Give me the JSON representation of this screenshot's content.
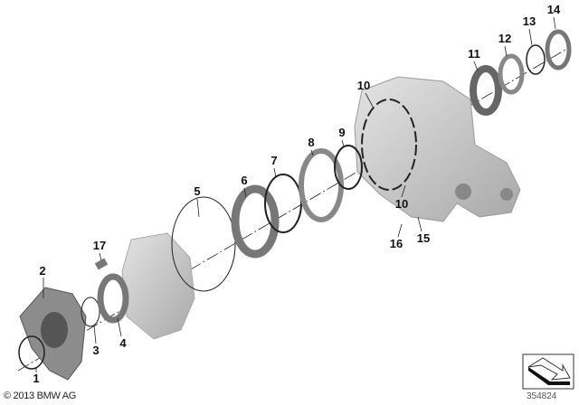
{
  "labels": [
    "1",
    "2",
    "3",
    "4",
    "5",
    "6",
    "7",
    "8",
    "9",
    "10",
    "10",
    "11",
    "12",
    "13",
    "14",
    "15",
    "16",
    "17"
  ],
  "copyright": "© 2013 BMW AG",
  "diagram_number": "354824",
  "icons": {
    "corner": "arrow-down-right-icon"
  }
}
